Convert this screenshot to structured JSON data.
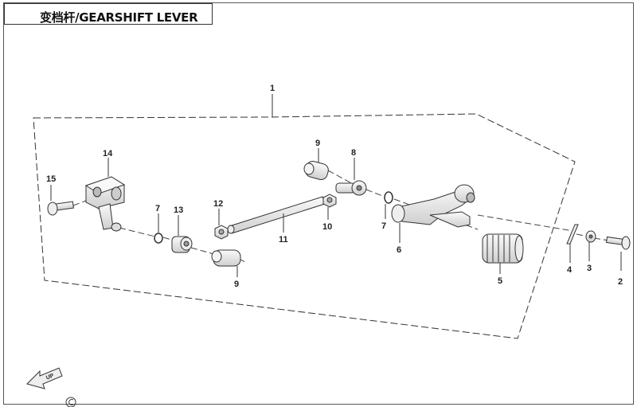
{
  "title": "变档杆/GEARSHIFT LEVER",
  "callouts": {
    "c1": "1",
    "c2": "2",
    "c3": "3",
    "c4": "4",
    "c5": "5",
    "c6": "6",
    "c7a": "7",
    "c7b": "7",
    "c8": "8",
    "c9a": "9",
    "c9b": "9",
    "c10": "10",
    "c11": "11",
    "c12": "12",
    "c13": "13",
    "c14": "14",
    "c15": "15"
  },
  "compass_label": "UP",
  "colors": {
    "line": "#333333",
    "part_fill": "#f2f2f2",
    "part_shade": "#d6d6d6"
  }
}
